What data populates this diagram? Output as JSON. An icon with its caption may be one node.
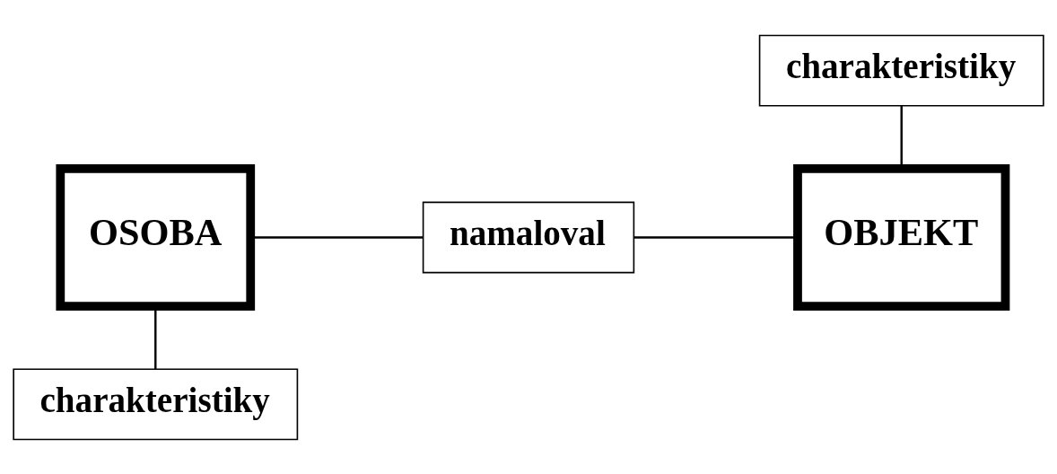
{
  "diagram": {
    "nodes": [
      {
        "text": [
          "charakteristiky"
        ]
      },
      {
        "text": [
          "OSOBA"
        ]
      },
      {
        "text": [
          "namaloval"
        ]
      },
      {
        "text": [
          "OBJEKT"
        ]
      },
      {
        "text": [
          "charakteristiky"
        ]
      }
    ],
    "edges": [
      {
        "from": 1,
        "to": 2,
        "arrow": "none"
      },
      {
        "from": 2,
        "to": 3,
        "arrow": "none"
      },
      {
        "from": 0,
        "to": 3,
        "arrow": "none"
      },
      {
        "from": 1,
        "to": 4,
        "arrow": "none"
      }
    ]
  }
}
